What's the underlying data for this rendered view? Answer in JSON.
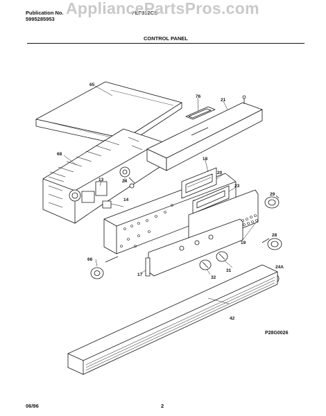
{
  "header": {
    "publication_label": "Publication No.",
    "publication_number": "5995285953",
    "model": "FEF352CS",
    "section_title": "CONTROL PANEL"
  },
  "watermark": "AppliancePartsPros.com",
  "diagram": {
    "code": "P28G0026",
    "callouts": {
      "c65": "65",
      "c76": "76",
      "c21": "21",
      "c68": "68",
      "c18": "18",
      "c20": "20",
      "c24": "24",
      "c13": "13",
      "c14": "14",
      "c23": "23",
      "c29": "29",
      "c28": "28",
      "c19": "19",
      "c66": "66",
      "c17": "17",
      "c32": "32",
      "c31": "31",
      "c24a": "24A",
      "c42": "42"
    }
  },
  "footer": {
    "date": "06/96",
    "page": "2"
  }
}
